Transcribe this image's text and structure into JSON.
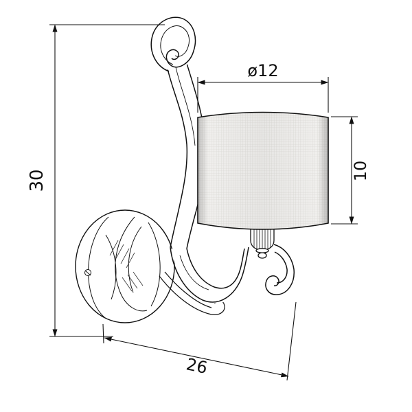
{
  "drawing": {
    "type": "technical-dimension-drawing",
    "subject": "wall sconce lamp",
    "dimension_labels": {
      "overall_height": "30",
      "shade_diameter": "ø12",
      "shade_height": "10",
      "overall_depth": "26"
    },
    "colors": {
      "line": "#111111",
      "background": "#ffffff",
      "shade_fill": "#f0efed",
      "shade_grid": "#d8d6d2"
    }
  }
}
